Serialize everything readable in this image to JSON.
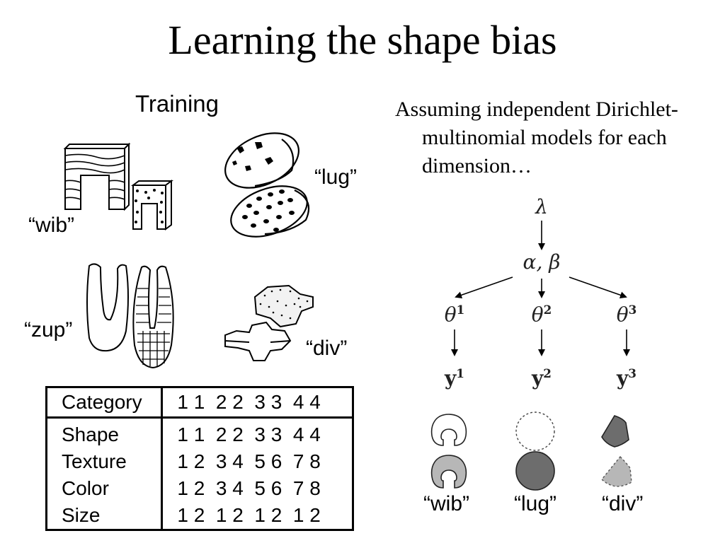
{
  "slide": {
    "title": "Learning the shape bias",
    "training_label": "Training",
    "objects": {
      "wib": "“wib”",
      "lug": "“lug”",
      "zup": "“zup”",
      "div": "“div”"
    }
  },
  "table": {
    "rows": [
      {
        "label": "Category",
        "values": "1 1  2 2  3 3  4 4"
      },
      {
        "label": "Shape",
        "values": "1 1  2 2  3 3  4 4"
      },
      {
        "label": "Texture",
        "values": "1 2  3 4  5 6  7 8"
      },
      {
        "label": "Color",
        "values": "1 2  3 4  5 6  7 8"
      },
      {
        "label": "Size",
        "values": "1 2  1 2  1 2  1 2"
      }
    ]
  },
  "right": {
    "assumption_lines": [
      "Assuming independent Dirichlet-",
      "multinomial models for each",
      "dimension…"
    ],
    "model": {
      "lambda": "λ",
      "alpha_beta": "α, β",
      "theta": [
        {
          "base": "θ",
          "sup": "1"
        },
        {
          "base": "θ",
          "sup": "2"
        },
        {
          "base": "θ",
          "sup": "3"
        }
      ],
      "y": [
        {
          "base": "y",
          "sup": "1"
        },
        {
          "base": "y",
          "sup": "2"
        },
        {
          "base": "y",
          "sup": "3"
        }
      ]
    },
    "bottom_labels": [
      "“wib”",
      "“lug”",
      "“div”"
    ],
    "colors": {
      "dark_gray": "#6d6d6d",
      "light_gray": "#b7b7b7"
    }
  }
}
